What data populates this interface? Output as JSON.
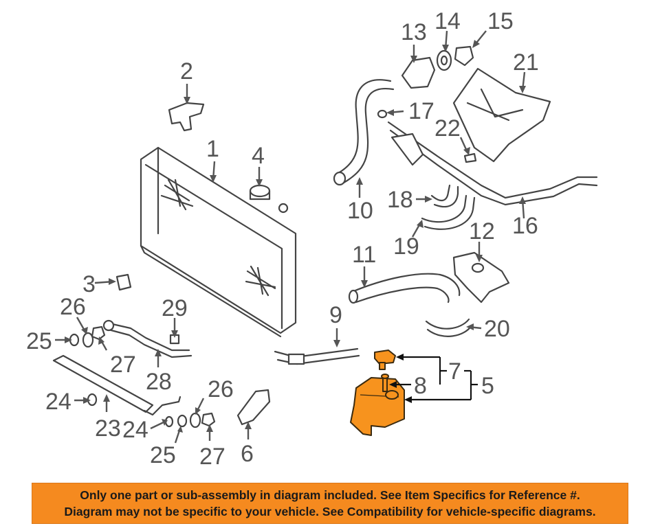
{
  "callouts": {
    "c1": "1",
    "c2": "2",
    "c3": "3",
    "c4": "4",
    "c5": "5",
    "c6": "6",
    "c7": "7",
    "c8": "8",
    "c9": "9",
    "c10": "10",
    "c11": "11",
    "c12": "12",
    "c13": "13",
    "c14": "14",
    "c15": "15",
    "c16": "16",
    "c17": "17",
    "c18": "18",
    "c19": "19",
    "c20": "20",
    "c21": "21",
    "c22": "22",
    "c23": "23",
    "c24a": "24",
    "c24b": "24",
    "c25a": "25",
    "c25b": "25",
    "c26a": "26",
    "c26b": "26",
    "c27a": "27",
    "c27b": "27",
    "c28": "28",
    "c29": "29"
  },
  "highlight_color": "#f7931e",
  "banner": {
    "line1": "Only one part or sub-assembly in diagram included. See Item Specifics for Reference #.",
    "line2": "Diagram may not be specific to your vehicle. See Compatibility for vehicle-specific diagrams.",
    "background": "#f58a1f"
  }
}
